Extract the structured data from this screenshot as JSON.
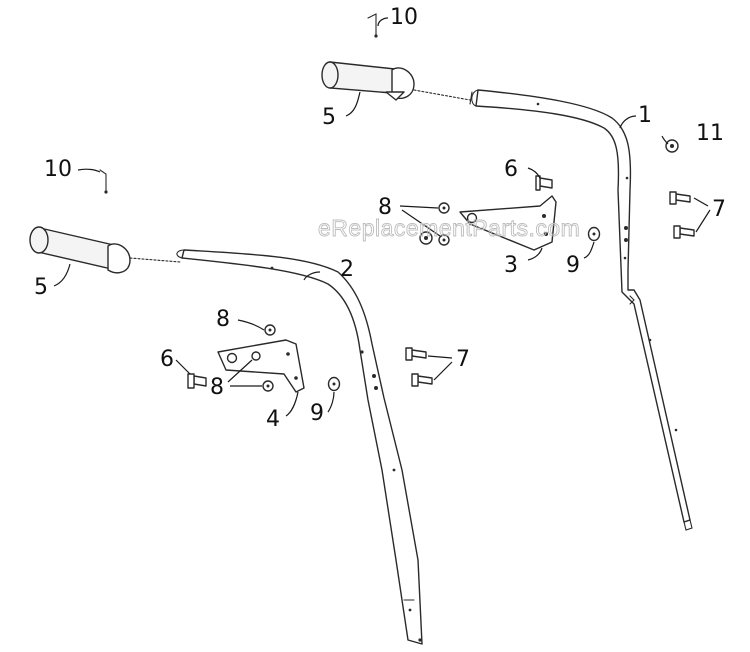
{
  "watermark": "eReplacementParts.com",
  "callouts": {
    "c1": "1",
    "c2": "2",
    "c3": "3",
    "c4": "4",
    "c5a": "5",
    "c5b": "5",
    "c6a": "6",
    "c6b": "6",
    "c7a": "7",
    "c7b": "7",
    "c8a": "8",
    "c8b": "8",
    "c8c": "8",
    "c9a": "9",
    "c9b": "9",
    "c10a": "10",
    "c10b": "10",
    "c11": "11"
  },
  "colors": {
    "line": "#2a2a2a",
    "watermark": "#bdbdbd"
  }
}
